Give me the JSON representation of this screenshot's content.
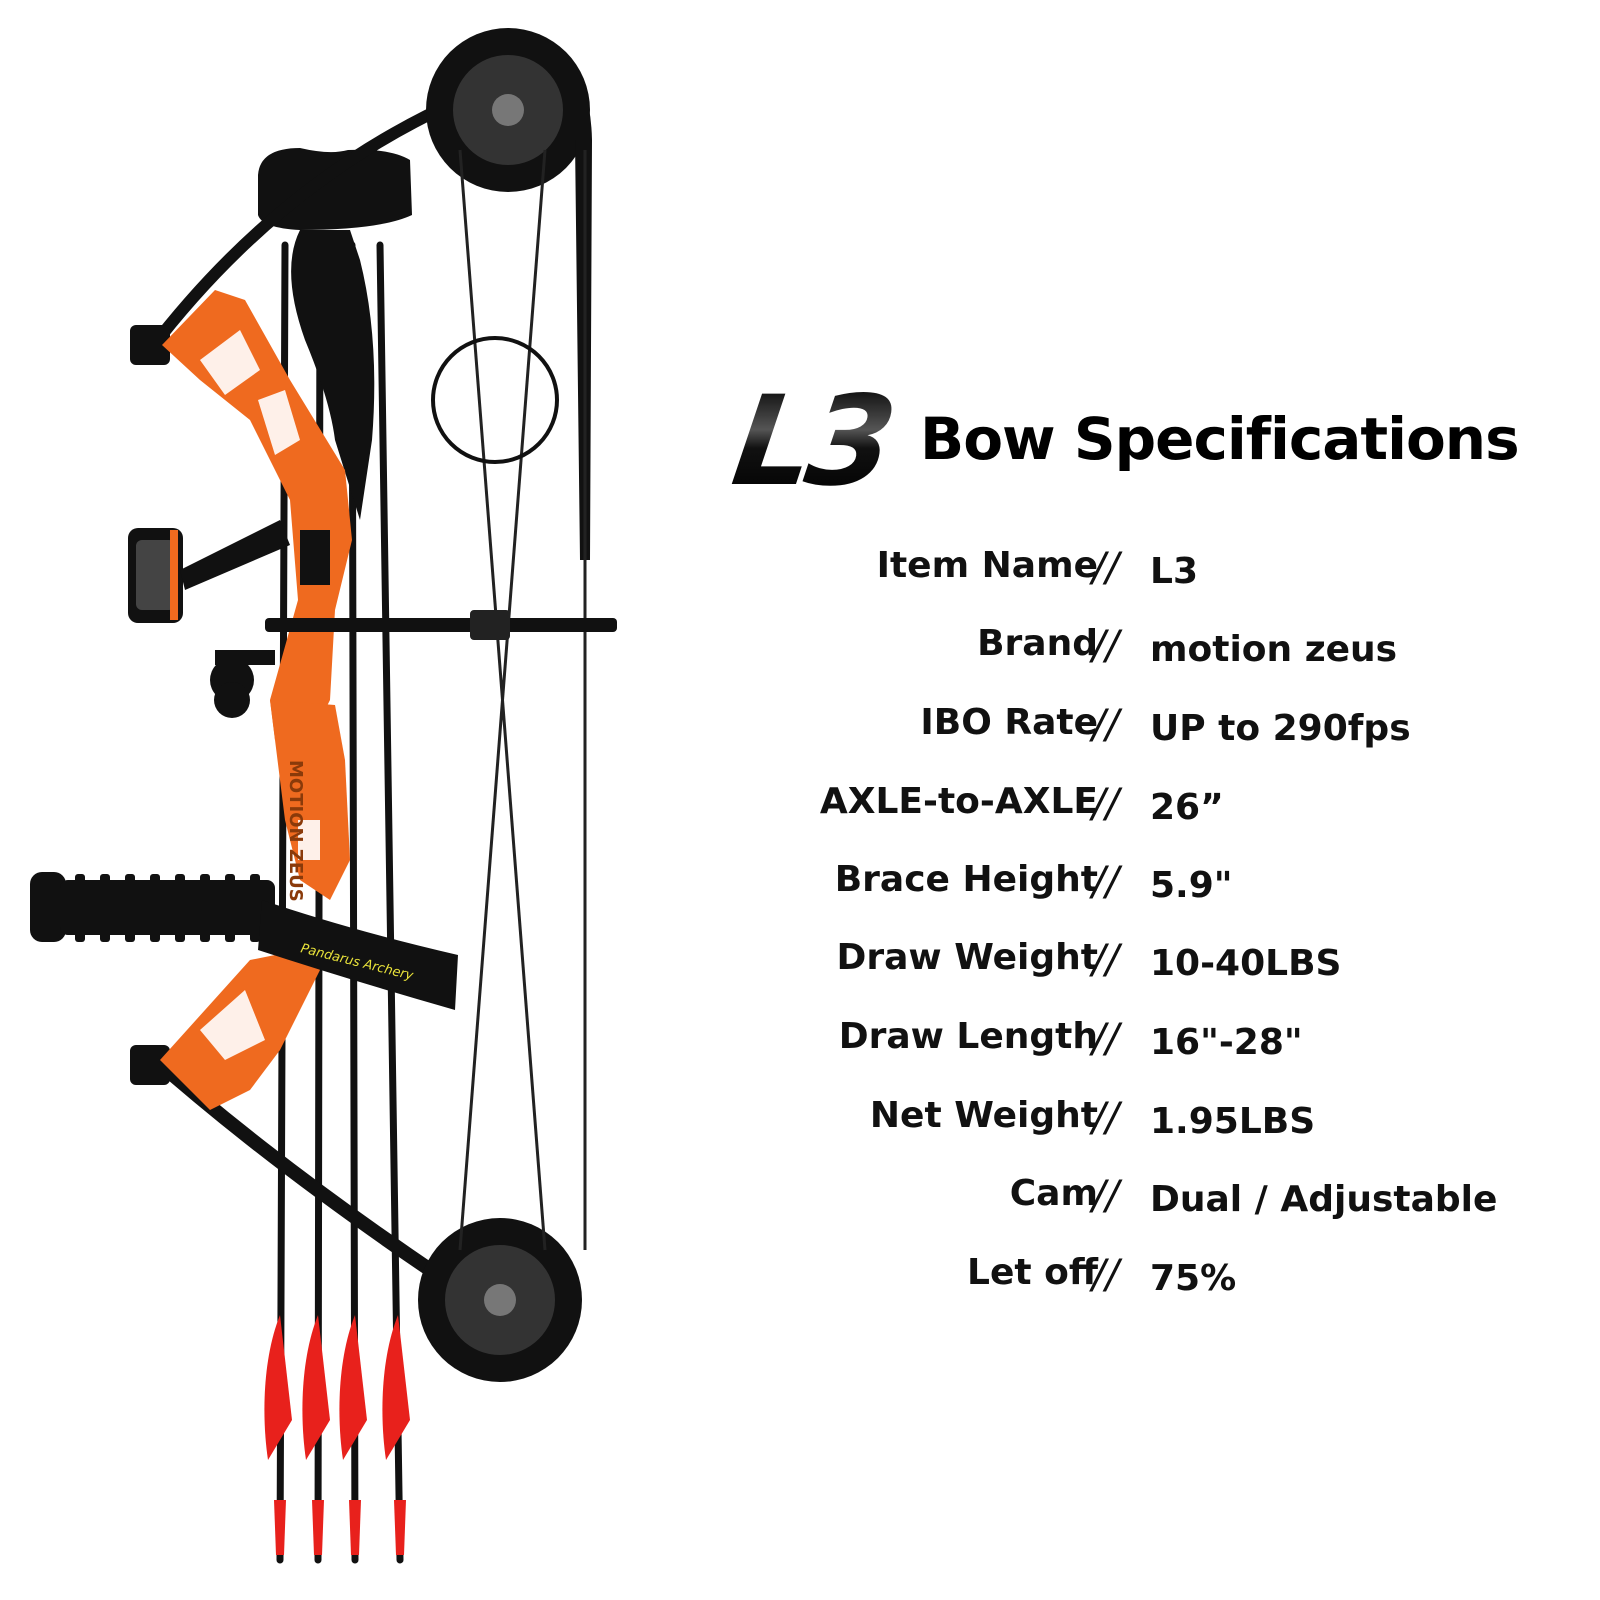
{
  "header": {
    "logo_text": "L3",
    "title": "Bow Specifications"
  },
  "specs": [
    {
      "label": "Item Name",
      "value": "L3"
    },
    {
      "label": "Brand",
      "value": "motion zeus"
    },
    {
      "label": "IBO Rate",
      "value": "UP to 290fps"
    },
    {
      "label": "AXLE-to-AXLE",
      "value": " 26”"
    },
    {
      "label": "Brace Height",
      "value": "5.9\""
    },
    {
      "label": "Draw Weight",
      "value": "10-40LBS"
    },
    {
      "label": "Draw Length",
      "value": "16\"-28\""
    },
    {
      "label": "Net Weight",
      "value": "1.95LBS"
    },
    {
      "label": "Cam",
      "value": "Dual / Adjustable"
    },
    {
      "label": "Let off",
      "value": "75%"
    }
  ],
  "separator": "//",
  "product_image": {
    "riser_text": "MOTION ZEUS",
    "wrist_sling_text": "Pandarus Archery",
    "colors": {
      "riser": "#ef6a1f",
      "fletching": "#e8211c",
      "limbs": "#111111"
    }
  }
}
